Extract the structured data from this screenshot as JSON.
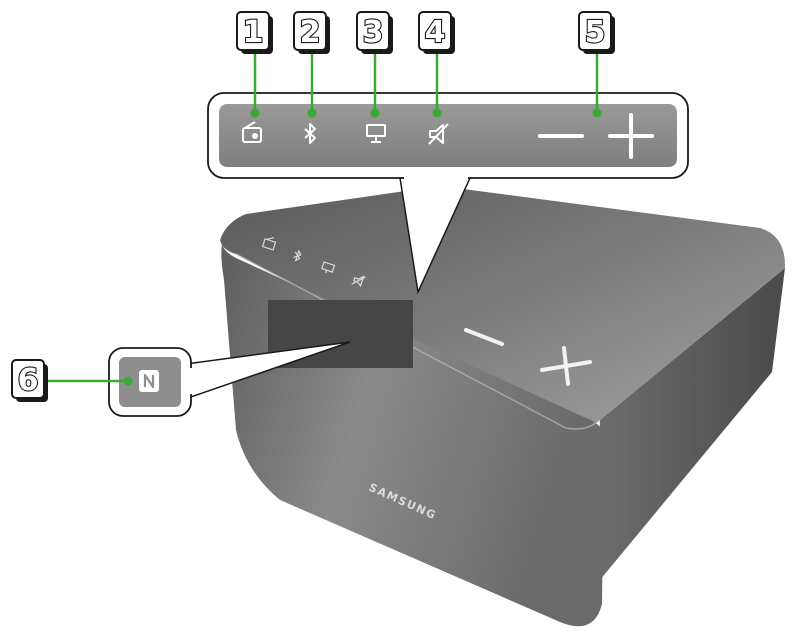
{
  "callouts": [
    {
      "number": "1",
      "target": "radio-icon"
    },
    {
      "number": "2",
      "target": "bluetooth-icon"
    },
    {
      "number": "3",
      "target": "tv-icon"
    },
    {
      "number": "4",
      "target": "mute-icon"
    },
    {
      "number": "5",
      "target": "volume-buttons"
    },
    {
      "number": "6",
      "target": "nfc-icon"
    }
  ],
  "device": {
    "brand": "SAMSUNG",
    "panel_icons": [
      "radio-icon",
      "bluetooth-icon",
      "tv-icon",
      "mute-icon",
      "volume-down-icon",
      "volume-up-icon"
    ]
  },
  "colors": {
    "leader_line": "#3aaa35",
    "panel_fill": "#8c8c8c",
    "device_body": "#7a7a7a",
    "badge_fill": "#ffffff",
    "badge_stroke": "#1a1a1a"
  }
}
